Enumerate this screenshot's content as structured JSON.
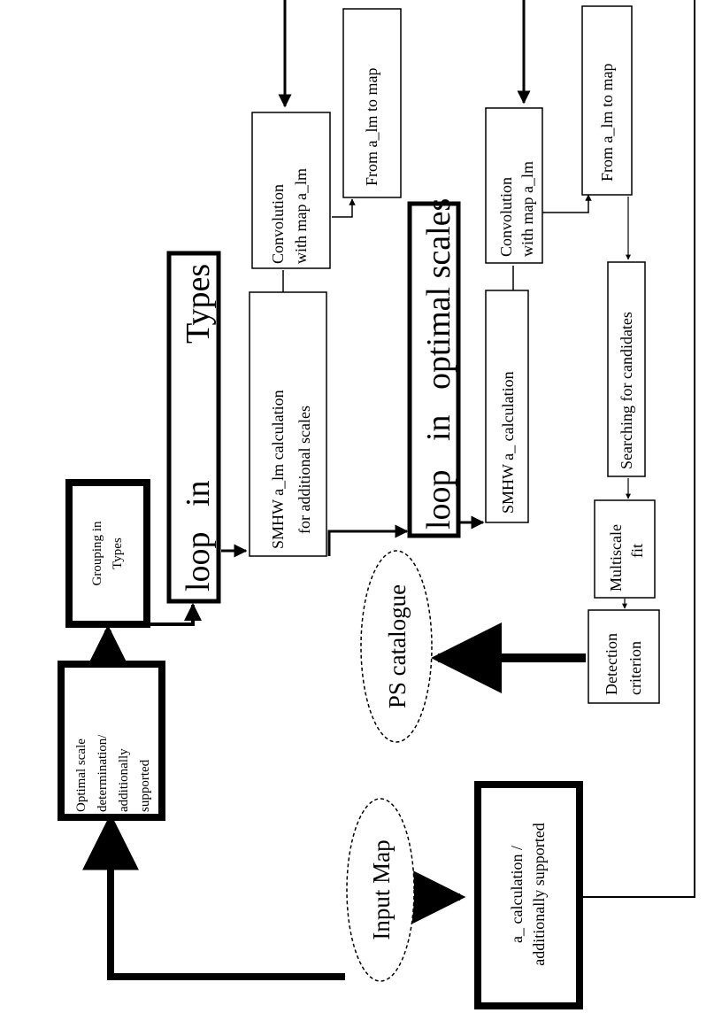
{
  "nodes": {
    "input_map": "Input Map",
    "alm_calc": [
      "a_ calculation /",
      "additionally supported"
    ],
    "optimal_scale": [
      "Optimal scale",
      "determination/",
      "additionally",
      "supported"
    ],
    "grouping": [
      "Grouping in",
      "Types"
    ],
    "loop_types": [
      "loop",
      "in",
      "Types"
    ],
    "smhw_additional": [
      "SMHW a_lm calculation",
      "for additional scales"
    ],
    "convolution_1": [
      "Convolution",
      "with map a_lm"
    ],
    "from_alm_1": "From a_lm to map",
    "loop_optimal": [
      "loop",
      "in",
      "optimal scales"
    ],
    "smhw_calc": "SMHW a_ calculation",
    "convolution_2": [
      "Convolution",
      "with map a_lm"
    ],
    "from_alm_2": "From a_lm to map",
    "searching": "Searching for candidates",
    "multiscale": [
      "Multiscale",
      "fit"
    ],
    "detection": [
      "Detection",
      "criterion"
    ],
    "ps_catalogue": "PS catalogue"
  },
  "colors": {
    "ink": "#000000",
    "paper": "#ffffff"
  }
}
